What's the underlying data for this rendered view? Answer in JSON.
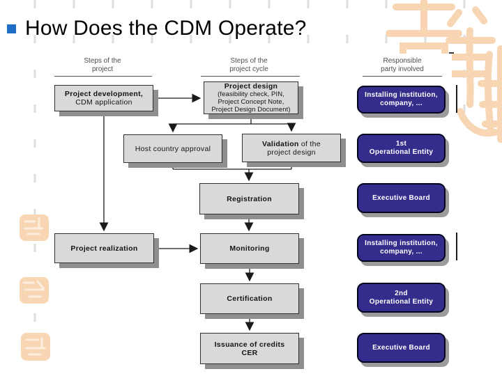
{
  "slide": {
    "title": "How Does the CDM Operate?"
  },
  "columns": [
    {
      "line1": "Steps of the",
      "line2": "project"
    },
    {
      "line1": "Steps of the",
      "line2": "project cycle"
    },
    {
      "line1": "Responsible",
      "line2": "party involved"
    }
  ],
  "flow": {
    "project_development": {
      "line1": "Project development,",
      "line2": "CDM application"
    },
    "project_design": {
      "title": "Project design",
      "detail1": "(feasibility check, PIN,",
      "detail2": "Project Concept Note,",
      "detail3": "Project Design Document)"
    },
    "host_country_approval": {
      "label": "Host country approval"
    },
    "validation": {
      "bold": "Validation",
      "rest": " of the",
      "line2": "project design"
    },
    "registration": {
      "label": "Registration"
    },
    "project_realization": {
      "label": "Project realization"
    },
    "monitoring": {
      "label": "Monitoring"
    },
    "certification": {
      "label": "Certification"
    },
    "issuance": {
      "line1": "Issuance of credits",
      "line2": "CER"
    }
  },
  "parties": {
    "installing_institution_1": {
      "line1": "Installing institution,",
      "line2": "company, ..."
    },
    "operational_entity_1": {
      "line1": "1st",
      "line2": "Operational Entity"
    },
    "executive_board_1": {
      "label": "Executive Board"
    },
    "installing_institution_2": {
      "line1": "Installing institution,",
      "line2": "company, ..."
    },
    "operational_entity_2": {
      "line1": "2nd",
      "line2": "Operational Entity"
    },
    "executive_board_2": {
      "label": "Executive Board"
    }
  },
  "colors": {
    "title_bullet_blue": "#1f6ec5",
    "party_box_navy": "#342d8c",
    "step_box_gray": "#d9d9d9",
    "step_box_shadow": "#8f8f8f",
    "watermark_orange": "#f8d6b4",
    "background_dash_gray": "#dedede"
  }
}
